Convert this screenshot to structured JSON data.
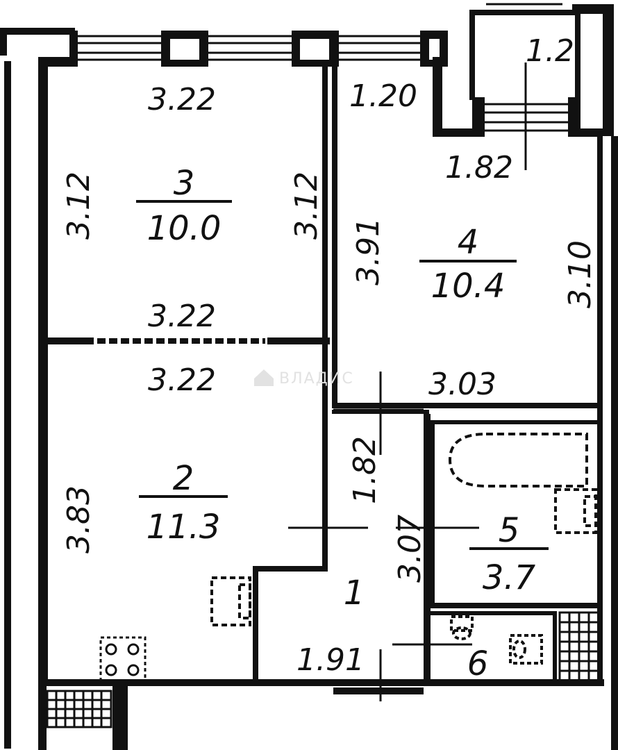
{
  "rooms": [
    {
      "id": "room-1",
      "number": "1"
    },
    {
      "id": "room-2",
      "number": "2",
      "area": "11.3"
    },
    {
      "id": "room-3",
      "number": "3",
      "area": "10.0"
    },
    {
      "id": "room-4",
      "number": "4",
      "area": "10.4"
    },
    {
      "id": "room-5",
      "number": "5",
      "area": "3.7"
    },
    {
      "id": "room-6",
      "number": "6"
    }
  ],
  "dimensions": {
    "room3_top": "3.22",
    "room3_left": "3.12",
    "room3_right": "3.12",
    "room3_bottom": "3.22",
    "room2_top": "3.22",
    "room2_left": "3.83",
    "room4_top": "1.20",
    "balcony_top": "1.2",
    "room4_sub": "1.82",
    "room4_left": "3.91",
    "room4_right": "3.10",
    "room4_bottom": "3.03",
    "hall_width": "1.82",
    "hall_height": "3.07",
    "hall_bottom": "1.91"
  },
  "watermark": "ВЛАДИС",
  "colors": {
    "wall": "#111111",
    "background": "#ffffff",
    "watermark": "#e2e2e2"
  }
}
